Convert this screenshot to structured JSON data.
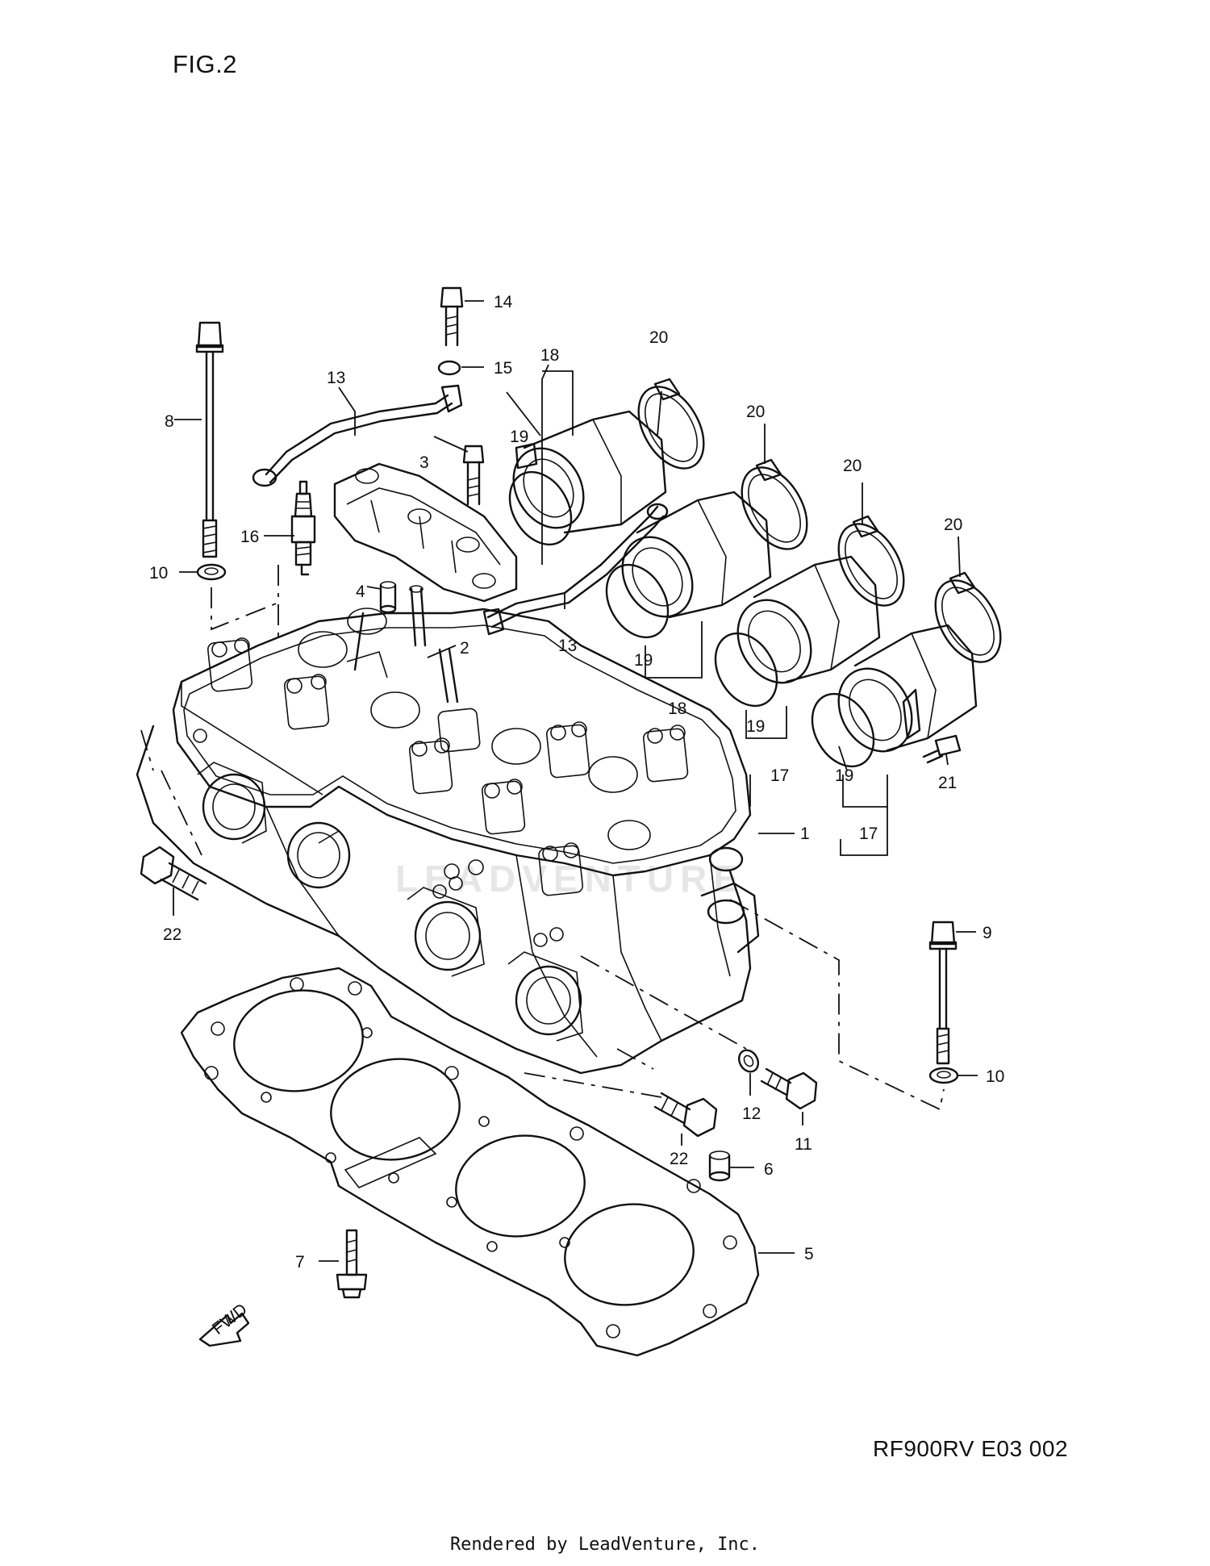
{
  "figure_title": "FIG.2",
  "model_code": "RF900RV E03  002",
  "footer": "Rendered by LeadVenture, Inc.",
  "watermark": "LEADVENTURE",
  "fwd_label": "FWD",
  "callouts": {
    "c1": "1",
    "c2": "2",
    "c3": "3",
    "c4": "4",
    "c5": "5",
    "c6": "6",
    "c7": "7",
    "c8": "8",
    "c9": "9",
    "c10a": "10",
    "c10b": "10",
    "c11": "11",
    "c12": "12",
    "c13a": "13",
    "c13b": "13",
    "c14": "14",
    "c15": "15",
    "c16": "16",
    "c17a": "17",
    "c17b": "17",
    "c18a": "18",
    "c18b": "18",
    "c19a": "19",
    "c19b": "19",
    "c19c": "19",
    "c19d": "19",
    "c20a": "20",
    "c20b": "20",
    "c20c": "20",
    "c20d": "20",
    "c21": "21",
    "c22a": "22",
    "c22b": "22"
  }
}
